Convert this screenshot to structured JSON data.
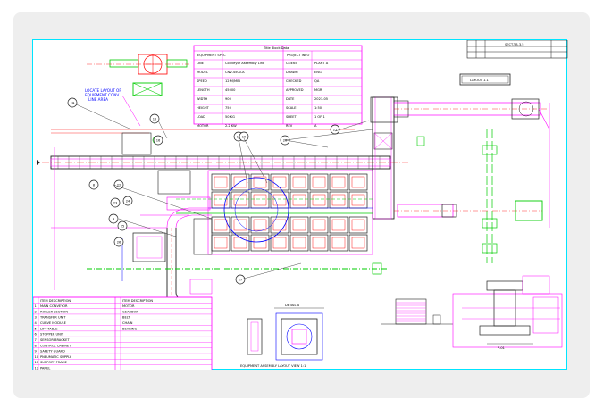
{
  "drawing": {
    "title_block_header": "Title Block Data",
    "side_label": "SECT-TB-3.5",
    "boxed_tag": "LAYOUT 1.1",
    "note_text": "LOCATE LAYOUT OF EQUIPMENT CONVEYOR LINE",
    "bottom_caption": "EQUIPMENT ASSEMBLY LAYOUT VIEW 1:1",
    "detail_caption": "DETAIL A",
    "page_label": "P-01"
  },
  "top_table": {
    "header_left": "EQUIPMENT SPEC",
    "header_right": "PROJECT INFO",
    "rows": [
      [
        "LINE",
        "Conveyor Assembly Line",
        "CLIENT",
        "PLANT A"
      ],
      [
        "MODEL",
        "CNV-4500-A",
        "DRAWN",
        "ENG"
      ],
      [
        "SPEED",
        "12 M/MIN",
        "CHECKED",
        "QA"
      ],
      [
        "LENGTH",
        "45000",
        "APPROVED",
        "MGR"
      ],
      [
        "WIDTH",
        "900",
        "DATE",
        "2021-05"
      ],
      [
        "HEIGHT",
        "750",
        "SCALE",
        "1:50"
      ],
      [
        "LOAD",
        "50 KG",
        "SHEET",
        "1 OF 1"
      ],
      [
        "MOTOR",
        "2.2 KW",
        "REV",
        "A"
      ]
    ]
  },
  "legend": {
    "left": [
      "ITEM DESCRIPTION",
      "MAIN CONVEYOR",
      "ROLLER SECTION",
      "TRANSFER UNIT",
      "CURVE MODULE",
      "LIFT TABLE",
      "STOPPER UNIT",
      "SENSOR BRACKET",
      "CONTROL CABINET",
      "SAFETY GUARD",
      "PNEUMATIC SUPPLY",
      "SUPPORT FRAME",
      "PANEL"
    ],
    "right": [
      "ITEM DESCRIPTION",
      "MOTOR",
      "GEARBOX",
      "BELT",
      "CHAIN",
      "BEARING",
      "",
      "",
      "",
      "",
      "",
      "",
      ""
    ]
  },
  "balloons": [
    "12",
    "15",
    "16",
    "8",
    "9",
    "14",
    "19",
    "20",
    "21",
    "22",
    "23",
    "24",
    "25",
    "26",
    "27"
  ],
  "colors": {
    "frame_bg": "#eeeeee",
    "sheet_border": "#00e5ff",
    "magenta": "#ff00ff",
    "green": "#00cc00",
    "red": "#ff0000",
    "blue": "#0000ff",
    "dark": "#202020"
  }
}
